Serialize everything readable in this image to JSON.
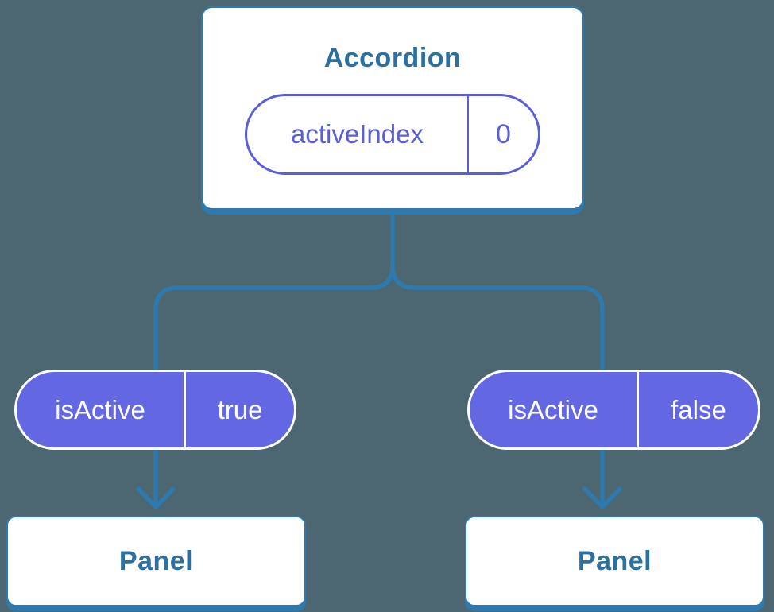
{
  "colors": {
    "background": "#4C6772",
    "line": "#2E79AE",
    "node-bg": "#FFFFFF",
    "node-text": "#2C70A2",
    "pill-outline": "#5A5FD9",
    "pill-fill": "#6367E1",
    "pill-text": "#FFFFFF"
  },
  "diagram": {
    "root": {
      "title": "Accordion",
      "state": {
        "name": "activeIndex",
        "value": "0"
      }
    },
    "children": [
      {
        "prop": {
          "name": "isActive",
          "value": "true"
        },
        "node": {
          "title": "Panel"
        }
      },
      {
        "prop": {
          "name": "isActive",
          "value": "false"
        },
        "node": {
          "title": "Panel"
        }
      }
    ]
  }
}
